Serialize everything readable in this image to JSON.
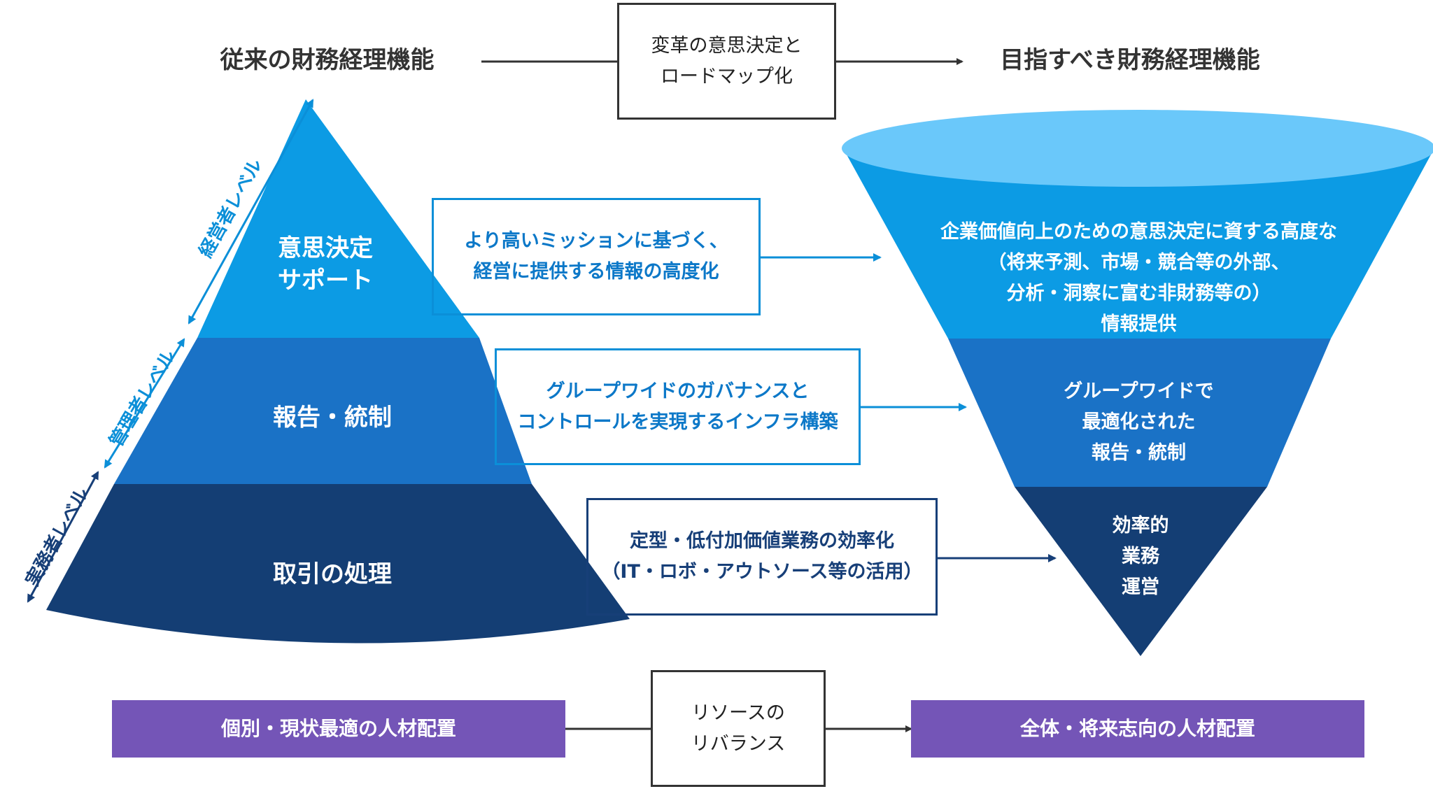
{
  "header": {
    "left_title": "従来の財務経理機能",
    "center_box": "変革の意思決定と\nロードマップ化",
    "right_title": "目指すべき財務経理機能"
  },
  "pyramid": {
    "levels": [
      {
        "label": "意思決定\nサポート",
        "color": "#0c9be4"
      },
      {
        "label": "報告・統制",
        "color": "#1a72c6"
      },
      {
        "label": "取引の処理",
        "color": "#143e74"
      }
    ],
    "side_labels": {
      "top": "経営者レベル",
      "middle": "管理者レベル",
      "bottom": "実務者レベル"
    }
  },
  "middle_boxes": {
    "top": "より高いミッションに基づく、\n経営に提供する情報の高度化",
    "middle": "グループワイドのガバナンスと\nコントロールを実現するインフラ構築",
    "bottom": "定型・低付加価値業務の効率化\n（IT・ロボ・アウトソース等の活用）"
  },
  "funnel": {
    "top_color": "#6ac8fa",
    "levels": [
      {
        "label": "企業価値向上のための意思決定に資する高度な\n（将来予測、市場・競合等の外部、\n分析・洞察に富む非財務等の）\n情報提供",
        "color": "#0c9be4"
      },
      {
        "label": "グループワイドで\n最適化された\n報告・統制",
        "color": "#1a72c6"
      },
      {
        "label": "効率的\n業務\n運営",
        "color": "#143e74"
      }
    ]
  },
  "footer": {
    "left": "個別・現状最適の人材配置",
    "center": "リソースの\nリバランス",
    "right": "全体・将来志向の人材配置",
    "bar_color": "#7455b7"
  },
  "colors": {
    "line": "#333333",
    "accent_blue": "#0b8fd8",
    "navy": "#173f78"
  }
}
